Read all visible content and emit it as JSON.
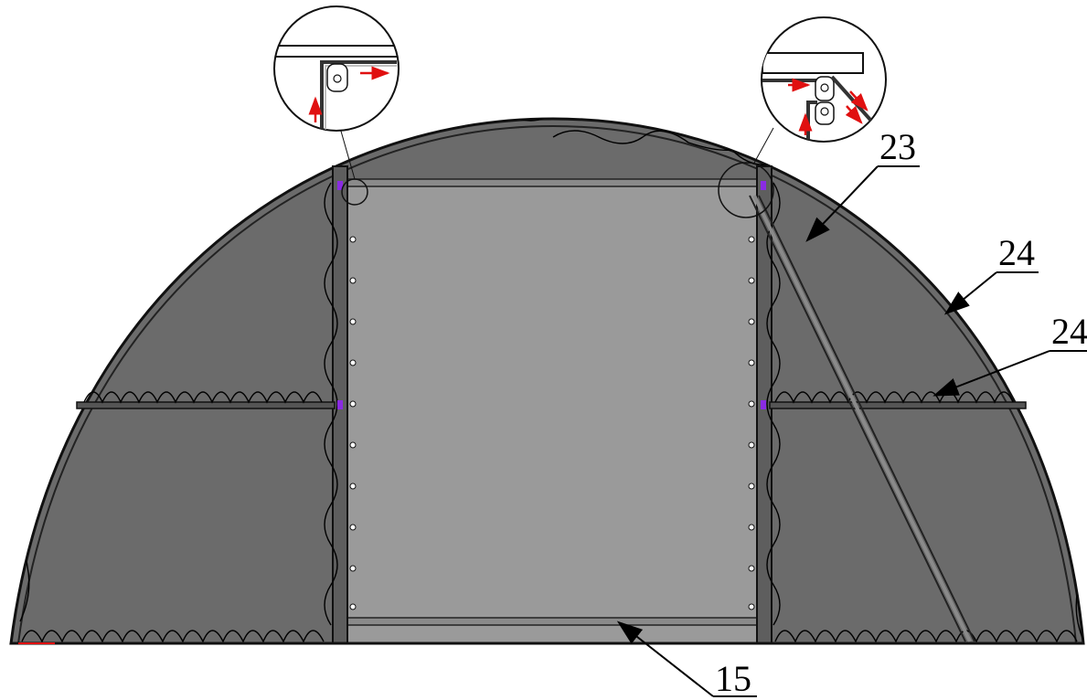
{
  "callouts": {
    "c23": "23",
    "c24a": "24",
    "c24b": "24",
    "c15": "15"
  },
  "colors": {
    "shell": "#6b6b6b",
    "door": "#9a9a9a",
    "outline": "#111111",
    "accent_arrow": "#e01010",
    "fastener": "#8a2be2"
  }
}
